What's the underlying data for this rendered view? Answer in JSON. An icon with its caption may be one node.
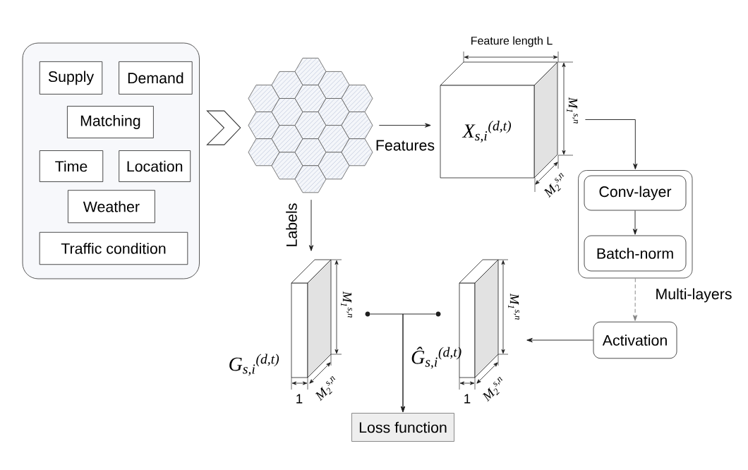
{
  "diagram": {
    "nodes": [
      {
        "text": [],
        "shape": "box"
      },
      {
        "text": [
          "Supply"
        ],
        "in": 0
      },
      {
        "text": [
          "Demand"
        ],
        "in": 0
      },
      {
        "text": [
          "Matching"
        ],
        "in": 0
      },
      {
        "text": [
          "Time"
        ],
        "in": 0
      },
      {
        "text": [
          "Location"
        ],
        "in": 0
      },
      {
        "text": [
          "Weather"
        ],
        "in": 0
      },
      {
        "text": [
          "Traffic condition"
        ],
        "in": 0
      },
      {
        "text": [],
        "shape": "picture"
      },
      {
        "text": [
          "X$_{s,i}$$^{(d,t)}$"
        ]
      },
      {
        "text": [],
        "shape": "box"
      },
      {
        "text": [
          "Conv-layer"
        ],
        "in": 10
      },
      {
        "text": [
          "Batch-norm"
        ],
        "in": 10
      },
      {
        "text": [
          "Activation"
        ]
      },
      {
        "text": [],
        "shape": "cuboid",
        "beside": [
          "G$_{s,i}$$^{(d,t)}$"
        ]
      },
      {
        "text": [],
        "shape": "cuboid",
        "beside": [
          "Ĝ$_{s,i}$$^{(d,t)}$"
        ]
      },
      {
        "text": [],
        "shape": "dot"
      },
      {
        "text": [],
        "shape": "dot"
      },
      {
        "text": [
          "Loss function"
        ]
      }
    ],
    "edges": [
      {
        "from": 0,
        "to": 8,
        "arrow": "to"
      },
      {
        "from": 8,
        "to": 9,
        "arrow": "to",
        "label": "Features"
      },
      {
        "from": 8,
        "to": 14,
        "arrow": "to",
        "label": "Labels"
      },
      {
        "from": 9,
        "to": 10,
        "arrow": "to"
      },
      {
        "from": 11,
        "to": 12,
        "arrow": "to"
      },
      {
        "from": 10,
        "to": 13,
        "arrow": "to",
        "label": "Multi-layers",
        "style": "dashed",
        "color": "#808080"
      },
      {
        "from": 13,
        "to": 15,
        "arrow": "to"
      },
      {
        "from": 16,
        "to": 18,
        "arrow": "to"
      },
      {
        "from": 17,
        "to": 18,
        "arrow": "to"
      }
    ],
    "labels": [
      "Feature length L",
      "M$_{1}$$^{s,n}$",
      "M$_{2}$$^{s,n}$",
      "M$_{1}$$^{s,n}$",
      "M$_{1}$$^{s,n}$",
      "M$_{2}$$^{s,n}$",
      "1",
      "M$_{2}$$^{s,n}$",
      "1"
    ]
  }
}
